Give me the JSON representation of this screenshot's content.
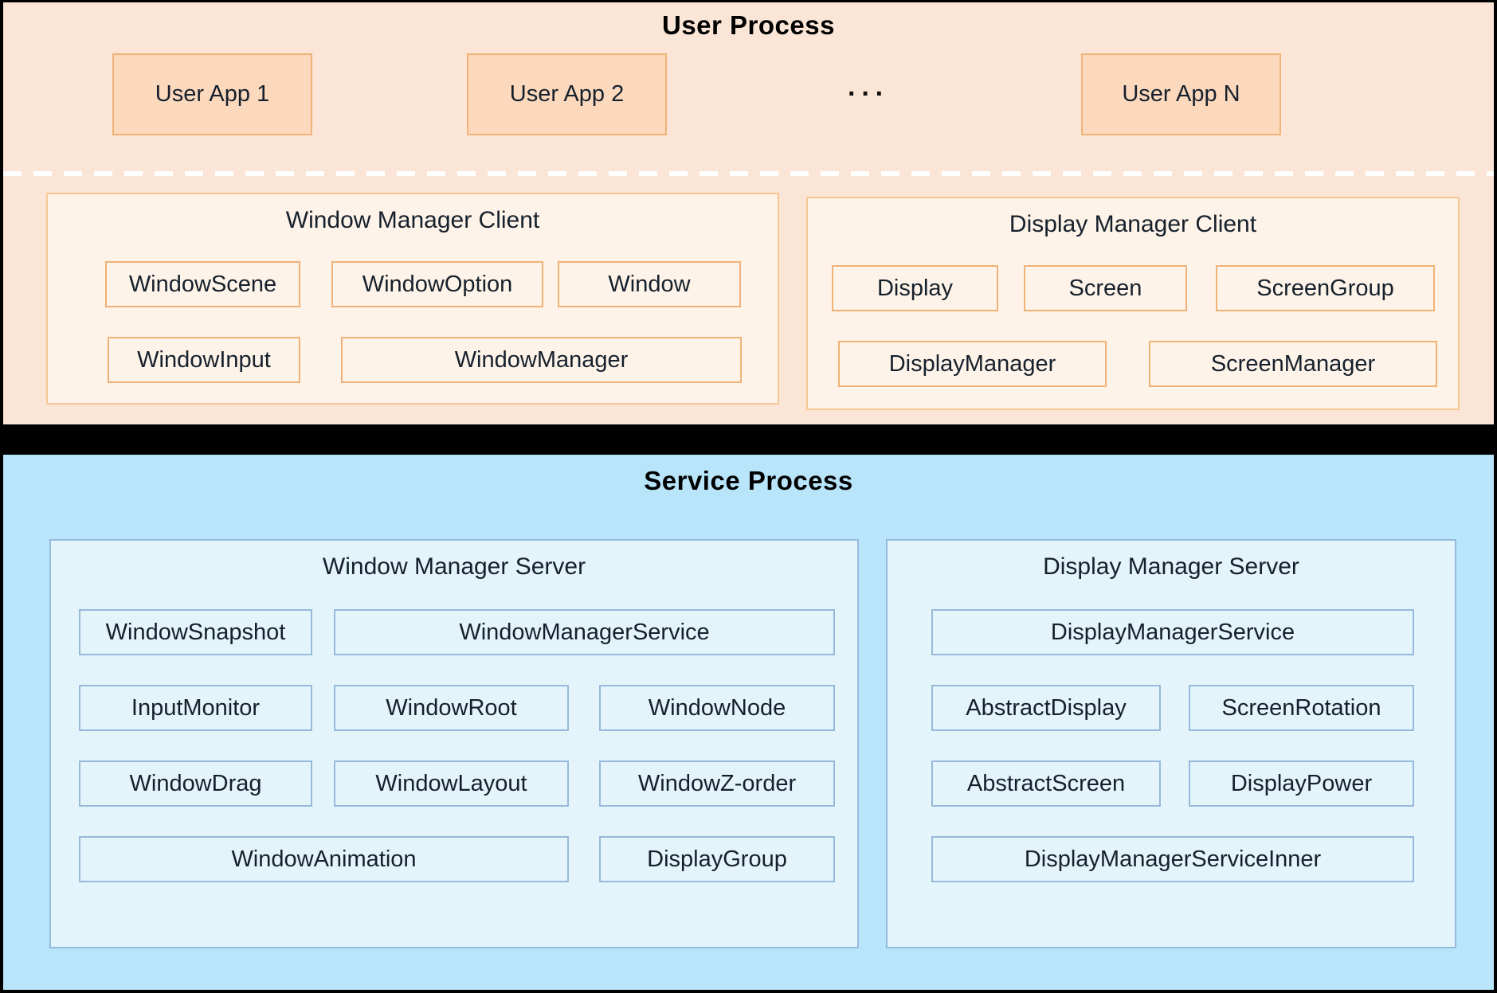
{
  "colors": {
    "user_section_bg": "#fbe5d6",
    "app_box_fill": "#fcd9bd",
    "app_box_border": "#f0b379",
    "client_box_fill": "#fdf3e8",
    "client_box_border": "#f5c893",
    "separator_bar": "#000000",
    "service_section_bg": "#b9e5fb",
    "server_box_fill": "#e3f5fb",
    "server_box_border": "#94badd",
    "dashed_line": "#ffffff",
    "text": "#16202c"
  },
  "user_process": {
    "title": "User Process",
    "apps": [
      "User App 1",
      "User App 2",
      "User App N"
    ],
    "ellipsis": "···",
    "window_manager_client": {
      "title": "Window Manager Client",
      "row1": [
        "WindowScene",
        "WindowOption",
        "Window"
      ],
      "row2": [
        "WindowInput",
        "WindowManager"
      ]
    },
    "display_manager_client": {
      "title": "Display Manager Client",
      "row1": [
        "Display",
        "Screen",
        "ScreenGroup"
      ],
      "row2": [
        "DisplayManager",
        "ScreenManager"
      ]
    }
  },
  "service_process": {
    "title": "Service Process",
    "window_manager_server": {
      "title": "Window Manager Server",
      "rows": [
        [
          "WindowSnapshot",
          "WindowManagerService"
        ],
        [
          "InputMonitor",
          "WindowRoot",
          "WindowNode"
        ],
        [
          "WindowDrag",
          "WindowLayout",
          "WindowZ-order"
        ],
        [
          "WindowAnimation",
          "DisplayGroup"
        ]
      ]
    },
    "display_manager_server": {
      "title": "Display Manager Server",
      "rows": [
        [
          "DisplayManagerService"
        ],
        [
          "AbstractDisplay",
          "ScreenRotation"
        ],
        [
          "AbstractScreen",
          "DisplayPower"
        ],
        [
          "DisplayManagerServiceInner"
        ]
      ]
    }
  }
}
